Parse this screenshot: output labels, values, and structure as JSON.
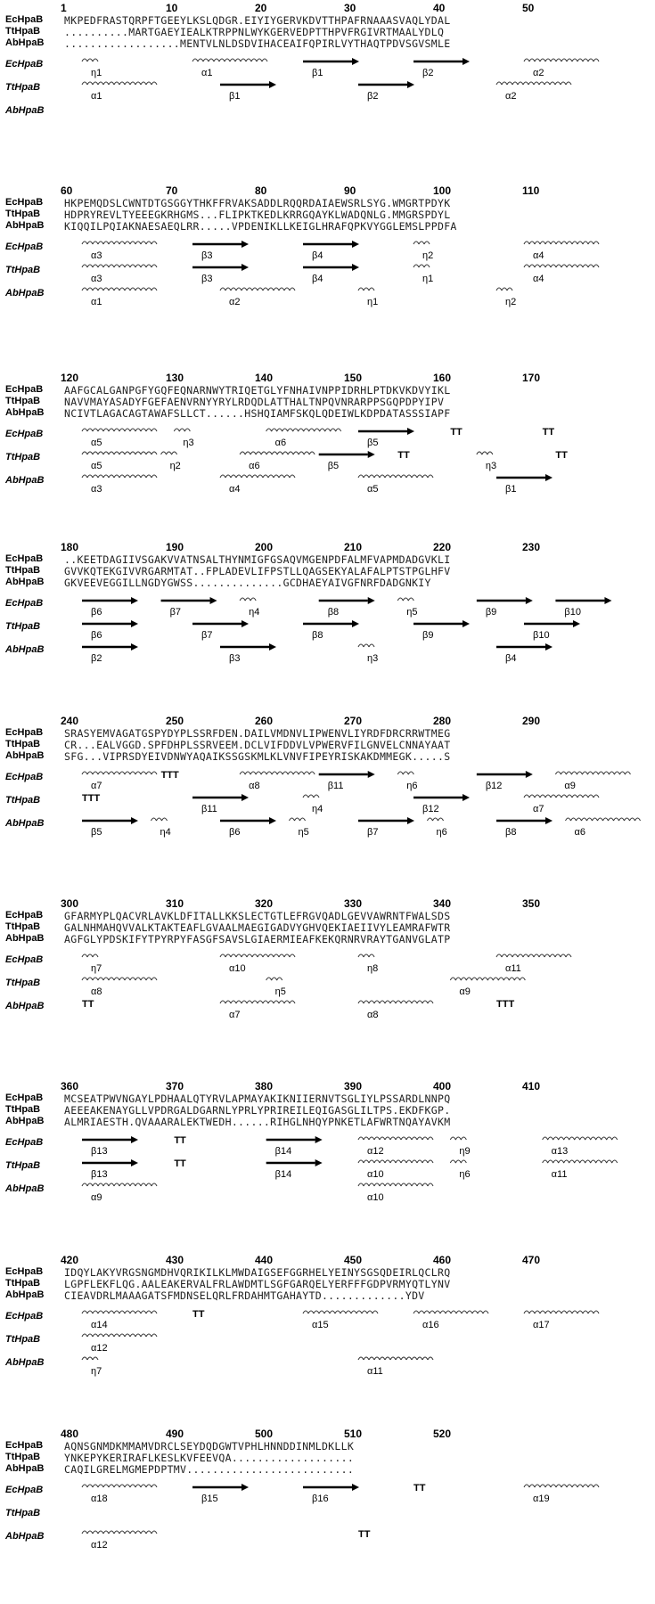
{
  "labels": {
    "seq": [
      "EcHpaB",
      "TtHpaB",
      "AbHpaB"
    ],
    "ss": [
      "EcHpaB",
      "TtHpaB",
      "AbHpaB"
    ]
  },
  "blocks": [
    {
      "ruler": [
        "1",
        "10",
        "20",
        "30",
        "40",
        "50"
      ],
      "rows": [
        "MKPEDFRASTQRPFTGEEYLKSLQDGR.EIYIYGERVKDVTTHPAFRNAAASVAQLYDAL",
        "..........MARTGAEYIEALKTRPPNLWYKGERVEDPTTHPVFRGIVRTMAALYDLQ",
        "..................MENTVLNLDSDVIHACEAIFQPIRLVYTHAQTPDVSGVSMLE"
      ],
      "ss_top": [
        "η1",
        "α1",
        "β1",
        "β2",
        "α2"
      ],
      "ss_mid": [
        "α1",
        "β1",
        "β2",
        "α2"
      ],
      "ss_bot": []
    },
    {
      "ruler": [
        "60",
        "70",
        "80",
        "90",
        "100",
        "110"
      ],
      "rows": [
        "HKPEMQDSLCWNTDTGSGGYTHKFFRVAKSADDLRQQRDAIAEWSRLSYG.WMGRTPDYK",
        "HDPRYREVLTYEEEGKRHGMS...FLIPKTKEDLKRRGQAYKLWADQNLG.MMGRSPDYL",
        "KIQQILPQIAKNAESAEQLRR.....VPDENIKLLKEIGLHRAFQPKVYGGLEMSLPPDFA"
      ],
      "ss_top": [
        "α3",
        "β3",
        "β4",
        "η2",
        "α4"
      ],
      "ss_mid": [
        "α3",
        "β3",
        "β4",
        "η1",
        "α4"
      ],
      "ss_bot": [
        "α1",
        "α2",
        "η1",
        "η2"
      ]
    },
    {
      "ruler": [
        "120",
        "130",
        "140",
        "150",
        "160",
        "170"
      ],
      "rows": [
        "AAFGCALGANPGFYGQFEQNARNWYTRIQETGLYFNHAIVNPPIDRHLPTDKVKDVYIKL",
        "NAVVMAYASADYFGEFAENVRNYYRYLRDQDLATTHALTNPQVNRARPPSGQPDPYIPV",
        "NCIVTLAGACAGTAWAFSLLCT......HSHQIAMFSKQLQDEIWLKDPDATASSSIAPF"
      ],
      "ss_top": [
        "α5",
        "η3",
        "α6",
        "β5",
        "TT",
        "TT"
      ],
      "ss_mid": [
        "α5",
        "η2",
        "α6",
        "β5",
        "TT",
        "η3",
        "TT"
      ],
      "ss_bot": [
        "α3",
        "α4",
        "α5",
        "β1"
      ]
    },
    {
      "ruler": [
        "180",
        "190",
        "200",
        "210",
        "220",
        "230"
      ],
      "rows": [
        "..KEETDAGIIVSGAKVVATNSALTHYNMIGFGSAQVMGENPDFALMFVAPMDADGVKLI",
        "GVVKQTEKGIVVRGARMTAT..FPLADEVLIFPSTLLQAGSEKYALAFALPTSTPGLHFV",
        "GKVEEVEGGILLNGDYGWSS..............GCDHAEYAIVGFNRFDADGNKIY"
      ],
      "ss_top": [
        "β6",
        "β7",
        "η4",
        "β8",
        "η5",
        "β9",
        "β10"
      ],
      "ss_mid": [
        "β6",
        "β7",
        "β8",
        "β9",
        "β10"
      ],
      "ss_bot": [
        "β2",
        "β3",
        "η3",
        "β4"
      ]
    },
    {
      "ruler": [
        "240",
        "250",
        "260",
        "270",
        "280",
        "290"
      ],
      "rows": [
        "SRASYEMVAGATGSPYDYPLSSRFDEN.DAILVMDNVLIPWENVLIYRDFDRCRRWTMEG",
        "CR...EALVGGD.SPFDHPLSSRVEEM.DCLVIFDDVLVPWERVFILGNVELCNNAYAAT",
        "SFG...VIPRSDYEIVDNWYAQAIKSSGSKMLKLVNVFIPEYRISKAKDMMEGK.....S"
      ],
      "ss_top": [
        "α7",
        "TTT",
        "α8",
        "β11",
        "η6",
        "β12",
        "α9"
      ],
      "ss_mid": [
        "TTT",
        "β11",
        "η4",
        "β12",
        "α7"
      ],
      "ss_bot": [
        "β5",
        "η4",
        "β6",
        "η5",
        "β7",
        "η6",
        "β8",
        "α6"
      ]
    },
    {
      "ruler": [
        "300",
        "310",
        "320",
        "330",
        "340",
        "350"
      ],
      "rows": [
        "GFARMYPLQACVRLAVKLDFITALLKKSLECTGTLEFRGVQADLGEVVAWRNTFWALSDS",
        "GALNHMAHQVVALKTAKTEAFLGVAALMAEGIGADVYGHVQEKIAEIIVYLEAMRAFWTR",
        "AGFGLYPDSKIFYTPYRPYFASGFSAVSLGIAERMIEAFKEKQRNRVRAYTGANVGLATP"
      ],
      "ss_top": [
        "η7",
        "α10",
        "η8",
        "α11"
      ],
      "ss_mid": [
        "α8",
        "η5",
        "α9"
      ],
      "ss_bot": [
        "TT",
        "α7",
        "α8",
        "TTT"
      ]
    },
    {
      "ruler": [
        "360",
        "370",
        "380",
        "390",
        "400",
        "410"
      ],
      "rows": [
        "MCSEATPWVNGAYLPDHAALQTYRVLAPMAYAKIKNIIERNVTSGLIYLPSSARDLNNPQ",
        "AEEEAKENAYGLLVPDRGALDGARNLYPRLYPRIREILEQIGASGLILTPS.EKDFKGP.",
        "ALMRIAESTH.QVAAARALEKTWEDH......RIHGLNHQYPNKETLAFWRTNQAYAVKM"
      ],
      "ss_top": [
        "β13",
        "TT",
        "β14",
        "α12",
        "η9",
        "α13"
      ],
      "ss_mid": [
        "β13",
        "TT",
        "β14",
        "α10",
        "η6",
        "α11"
      ],
      "ss_bot": [
        "α9",
        "α10"
      ]
    },
    {
      "ruler": [
        "420",
        "430",
        "440",
        "450",
        "460",
        "470"
      ],
      "rows": [
        "IDQYLAKYVRGSNGMDHVQRIKILKLMWDAIGSEFGGRHELYEINYSGSQDEIRLQCLRQ",
        "LGPFLEKFLQG.AALEAKERVALFRLAWDMTLSGFGARQELYERFFFGDPVRMYQTLYNV",
        "CIEAVDRLMAAAGATSFMDNSELQRLFRDAHMTGAHAYTD.............YDV"
      ],
      "ss_top": [
        "α14",
        "TT",
        "α15",
        "α16",
        "α17"
      ],
      "ss_mid": [
        "α12"
      ],
      "ss_bot": [
        "η7",
        "α11"
      ]
    },
    {
      "ruler": [
        "480",
        "490",
        "500",
        "510",
        "520"
      ],
      "rows": [
        "AQNSGNMDKMMAMVDRCLSEYDQDGWTVPHLHNNDDINMLDKLLK",
        "YNKEPYKERIRAFLKESLKVFEEVQA...................",
        "CAQILGRELMGMEPDPTMV.........................."
      ],
      "ss_top": [
        "α18",
        "β15",
        "β16",
        "TT",
        "α19"
      ],
      "ss_mid": [],
      "ss_bot": [
        "α12",
        "TT"
      ]
    }
  ],
  "colors": {
    "conserved_bg": "#d40000",
    "box": "#5050ff",
    "similar_text": "#d40000"
  }
}
